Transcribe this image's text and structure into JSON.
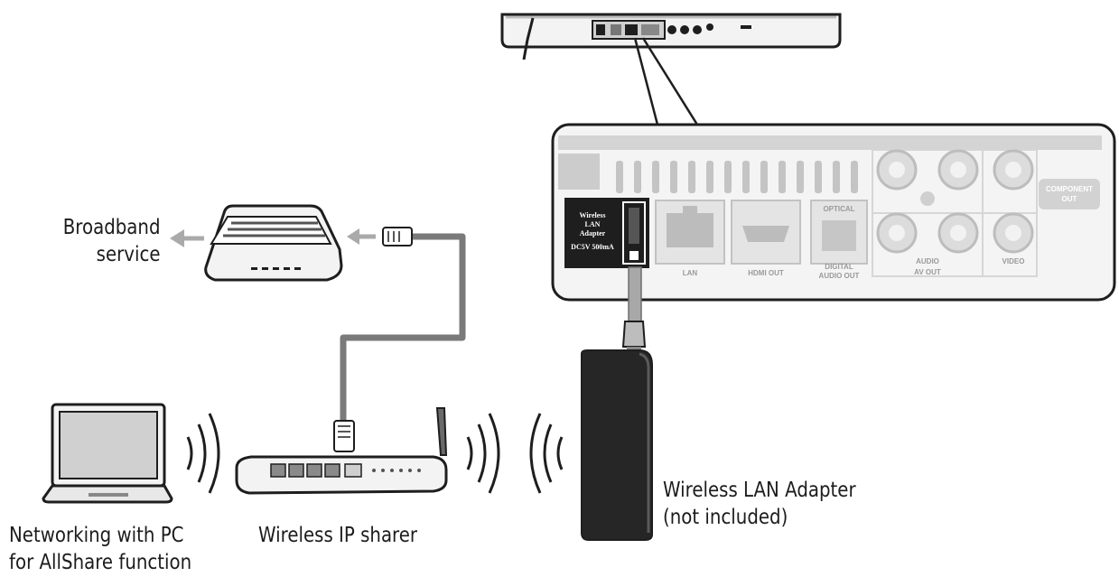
{
  "labels": {
    "broadband": [
      "Broadband",
      "service"
    ],
    "adapter": [
      "Wireless LAN Adapter",
      "(not included)"
    ],
    "sharer": "Wireless IP sharer",
    "pc": [
      "Networking with PC",
      "for AllShare function"
    ]
  },
  "panel": {
    "adapter_port": [
      "Wireless",
      "LAN",
      "Adapter",
      "DC5V 500mA"
    ],
    "lan": "LAN",
    "hdmi": "HDMI OUT",
    "optical": "OPTICAL",
    "digital_audio": [
      "DIGITAL",
      "AUDIO OUT"
    ],
    "audio": "AUDIO",
    "av_out": "AV OUT",
    "video": "VIDEO",
    "component": [
      "COMPONENT",
      "OUT"
    ]
  },
  "colors": {
    "line": "#1e1e1e",
    "panel_fill": "#f0f0f0",
    "cable": "#7a7a7a",
    "adapter_body": "#262626"
  }
}
